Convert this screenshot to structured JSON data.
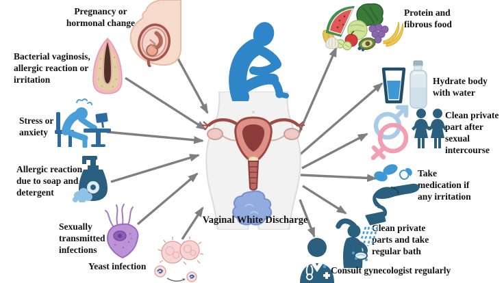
{
  "diagram": {
    "center": {
      "label": "Vaginal White Discharge",
      "figure": "worried person sitting hunched",
      "anatomy": "female torso with uterus, fallopian tubes, ovaries and white discharge"
    },
    "causes": [
      {
        "id": "pregnancy",
        "label": "Pregnancy or\nhormonal change",
        "icon": "pregnant-belly-fetus-icon"
      },
      {
        "id": "bacterial",
        "label": "Bacterial vaginosis,\nallergic reaction or\nirritation",
        "icon": "vaginal-canal-icon"
      },
      {
        "id": "stress",
        "label": "Stress or\nanxiety",
        "icon": "stressed-person-desk-icon"
      },
      {
        "id": "soap",
        "label": "Allergic reaction\ndue to soap and\ndetergent",
        "icon": "soap-dispenser-icon"
      },
      {
        "id": "sti",
        "label": "Sexually\ntransmitted\ninfections",
        "icon": "trichomonas-microbe-icon"
      },
      {
        "id": "yeast",
        "label": "Yeast infection",
        "icon": "yeast-cells-icon"
      }
    ],
    "remedies": [
      {
        "id": "food",
        "label": "Protein and\nfibrous food",
        "icon": "fruits-vegetables-icon"
      },
      {
        "id": "water",
        "label": "Hydrate body\nwith water",
        "icon": "water-glass-bottle-icon"
      },
      {
        "id": "hygiene",
        "label": "Clean private\npart after\nsexual\nintercourse",
        "icon": "gender-symbols-couple-icon"
      },
      {
        "id": "medication",
        "label": "Take\nmedication if\nany irritation",
        "icon": "hand-pills-icon"
      },
      {
        "id": "bath",
        "label": "Clean private\nparts and take\nregular bath",
        "icon": "shower-person-icon"
      },
      {
        "id": "gynecologist",
        "label": "Consult gynecologist regularly",
        "icon": "doctor-icon"
      }
    ],
    "colors": {
      "arrow": "#7f7f7f",
      "figure_blue": "#2e86c8",
      "icon_teal": "#2b5f7e",
      "icon_blue": "#4a9fd8",
      "female_pink": "#f29fb4",
      "male_blue": "#a9cbe8",
      "microbe_purple": "#a277c4",
      "yeast_pink": "#f2c7c7",
      "uterus_red": "#9e4640",
      "discharge_blue": "#93acdf",
      "text": "#111111",
      "background": "#ffffff"
    }
  }
}
